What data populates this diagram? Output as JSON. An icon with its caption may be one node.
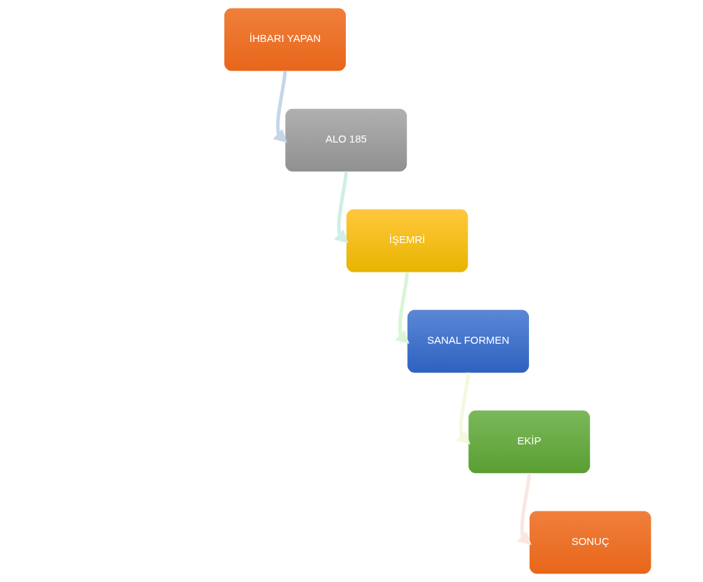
{
  "diagram": {
    "nodes": [
      {
        "text": [
          "İHBARI YAPAN"
        ]
      },
      {
        "text": [
          "ALO 185"
        ]
      },
      {
        "text": [
          "İŞEMRİ"
        ]
      },
      {
        "text": [
          "SANAL FORMEN"
        ]
      },
      {
        "text": [
          "EKİP"
        ]
      },
      {
        "text": [
          "SONUÇ"
        ]
      }
    ],
    "edges": [
      {
        "from": 0,
        "to": 1,
        "arrow": "to",
        "color": "#c5d5ea"
      },
      {
        "from": 1,
        "to": 2,
        "arrow": "to",
        "color": "#cfeee6"
      },
      {
        "from": 2,
        "to": 3,
        "arrow": "to",
        "color": "#d9f5d6"
      },
      {
        "from": 3,
        "to": 4,
        "arrow": "to",
        "color": "#f4f8de"
      },
      {
        "from": 4,
        "to": 5,
        "arrow": "to",
        "color": "#f9e7e1"
      }
    ]
  }
}
